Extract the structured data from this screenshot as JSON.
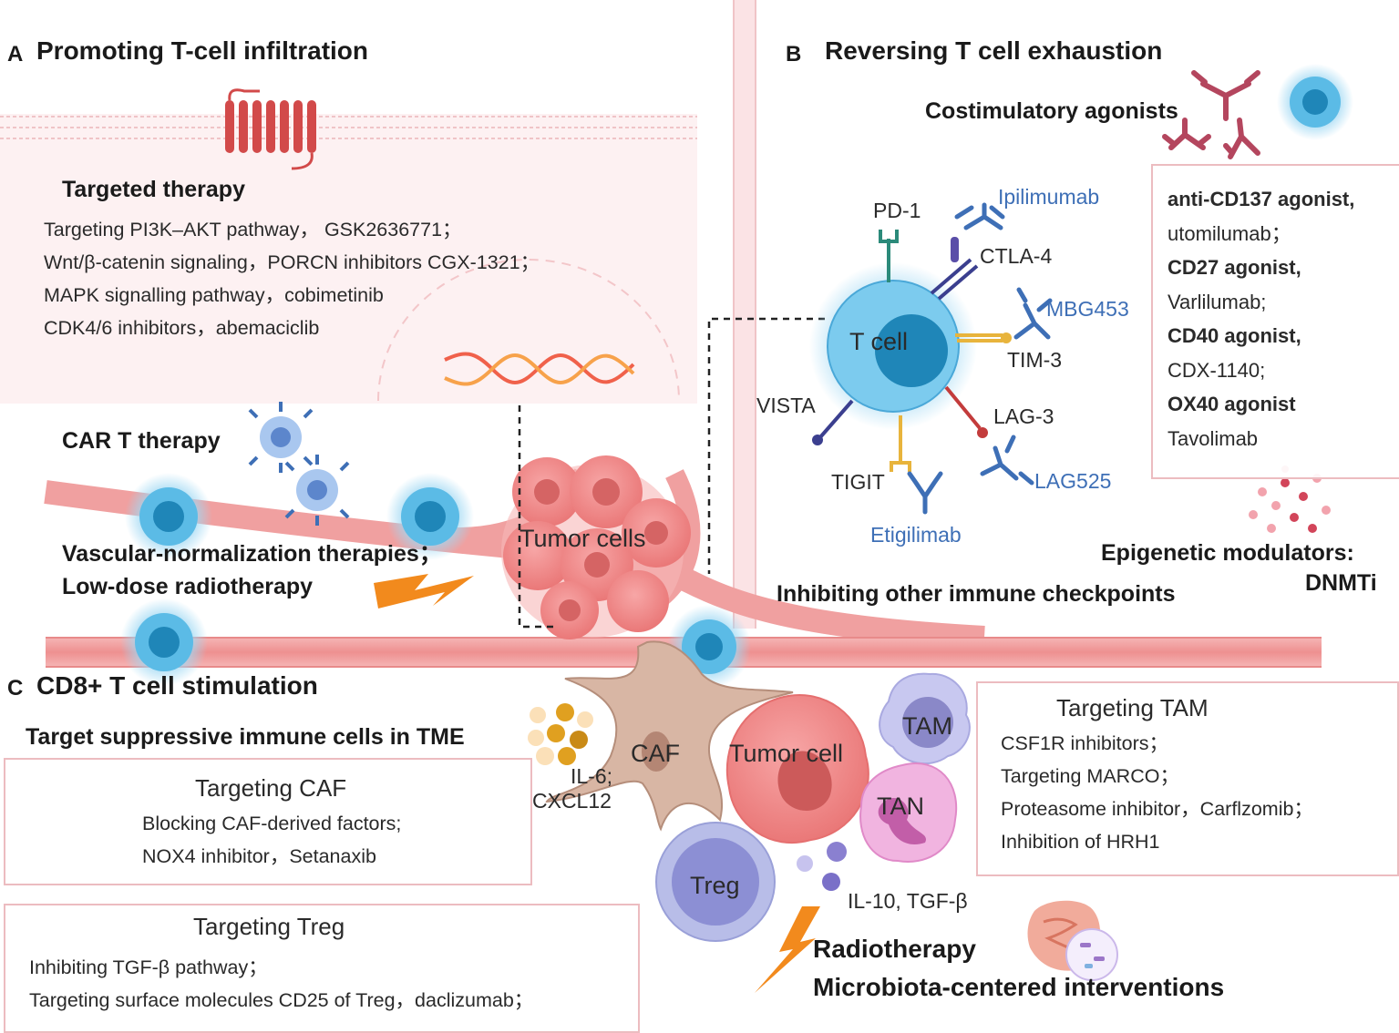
{
  "colors": {
    "vessel": "#ef9a9a",
    "vessel_edge": "#e57373",
    "panel_divider": "#f3c6c9",
    "tcell_blue": "#5bbbe6",
    "tcell_nucleus": "#1f86b8",
    "link_blue": "#3e6fb6",
    "tumor_pink": "#f08585",
    "treg_purple": "#a8a8e6",
    "tan_pink": "#e89ad6",
    "orange_bolt": "#f28a1d"
  },
  "panel_a": {
    "letter": "A",
    "title": "Promoting T-cell infiltration",
    "targeted_heading": "Targeted therapy",
    "targeted_lines": [
      "Targeting PI3K–AKT pathway， GSK2636771；",
      "Wnt/β-catenin signaling，PORCN inhibitors CGX-1321；",
      "MAPK signalling pathway，cobimetinib",
      "CDK4/6 inhibitors，abemaciclib"
    ],
    "car_t": "CAR T therapy",
    "vascular": "Vascular-normalization therapies；",
    "radiotherapy": "Low-dose radiotherapy",
    "tumor_cells": "Tumor cells"
  },
  "panel_b": {
    "letter": "B",
    "title": "Reversing T cell exhaustion",
    "costim_heading": "Costimulatory agonists",
    "agonists": [
      {
        "name": "anti-CD137 agonist,",
        "drug": "utomilumab；"
      },
      {
        "name": "CD27 agonist,",
        "drug": "Varlilumab;"
      },
      {
        "name": "CD40 agonist,",
        "drug": "CDX-1140;"
      },
      {
        "name": "OX40 agonist",
        "drug": "Tavolimab"
      }
    ],
    "t_cell": "T cell",
    "receptors": {
      "pd1": "PD-1",
      "ctla4": "CTLA-4",
      "tim3": "TIM-3",
      "lag3": "LAG-3",
      "tigit": "TIGIT",
      "vista": "VISTA"
    },
    "drugs": {
      "ipilimumab": "Ipilimumab",
      "mbg453": "MBG453",
      "lag525": "LAG525",
      "etigilimab": "Etigilimab"
    },
    "epigenetic": "Epigenetic modulators:",
    "dnmti": "DNMTi",
    "checkpoint": "Inhibiting other immune checkpoints"
  },
  "panel_c": {
    "letter": "C",
    "title": "CD8+ T cell stimulation",
    "suppressive": "Target suppressive immune cells in TME",
    "caf_box": {
      "title": "Targeting CAF",
      "lines": [
        "Blocking CAF-derived factors;",
        "NOX4 inhibitor，Setanaxib"
      ]
    },
    "treg_box": {
      "title": "Targeting Treg",
      "lines": [
        "Inhibiting TGF-β pathway；",
        "Targeting surface molecules CD25 of Treg，daclizumab；"
      ]
    },
    "tam_box": {
      "title": "Targeting TAM",
      "lines": [
        "CSF1R inhibitors；",
        "Targeting MARCO；",
        "Proteasome inhibitor，Carflzomib；",
        "Inhibition of HRH1"
      ]
    },
    "il6": "IL-6;",
    "cxcl12": "CXCL12",
    "caf": "CAF",
    "tumor_cell": "Tumor cell",
    "tam": "TAM",
    "tan": "TAN",
    "treg": "Treg",
    "il10": "IL-10, TGF-β",
    "radiotherapy": "Radiotherapy",
    "microbiota": "Microbiota-centered interventions"
  }
}
